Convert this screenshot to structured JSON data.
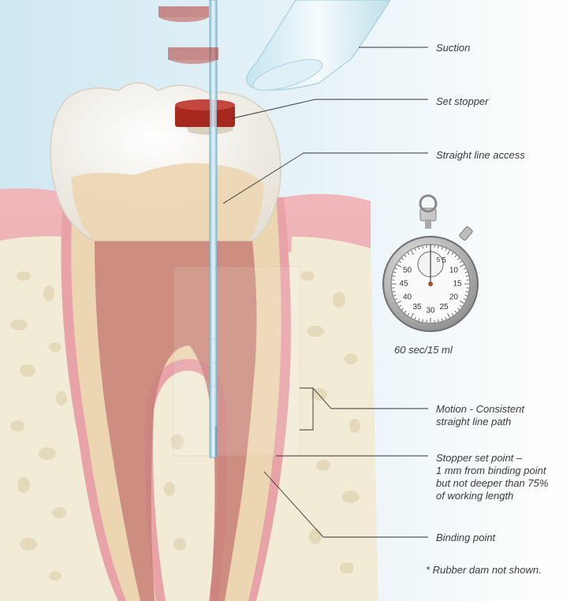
{
  "labels": {
    "suction": "Suction",
    "set_stopper": "Set stopper",
    "straight_line_access": "Straight line access",
    "timer_caption": "60 sec/15 ml",
    "motion": [
      "Motion - Consistent",
      "straight line path"
    ],
    "stopper_set_point": [
      "Stopper set point –",
      "1 mm from binding point",
      "but not deeper than 75%",
      "of working length"
    ],
    "binding_point": "Binding point",
    "footnote": "* Rubber dam not shown."
  },
  "stopwatch": {
    "outer_numbers": [
      "5",
      "10",
      "15",
      "20",
      "25",
      "30",
      "35",
      "40",
      "45",
      "50"
    ],
    "inner_numbers": [
      "5"
    ]
  },
  "colors": {
    "background_top": "#d7ecf5",
    "gum": "#e9a9ae",
    "bone": "#f2ebd6",
    "dentin": "#ecd5b1",
    "pulp": "#c88078",
    "enamel": "#f7f4ee",
    "stopper": "#a8281f",
    "file": "#b8dcea",
    "leader_line": "#333333"
  }
}
